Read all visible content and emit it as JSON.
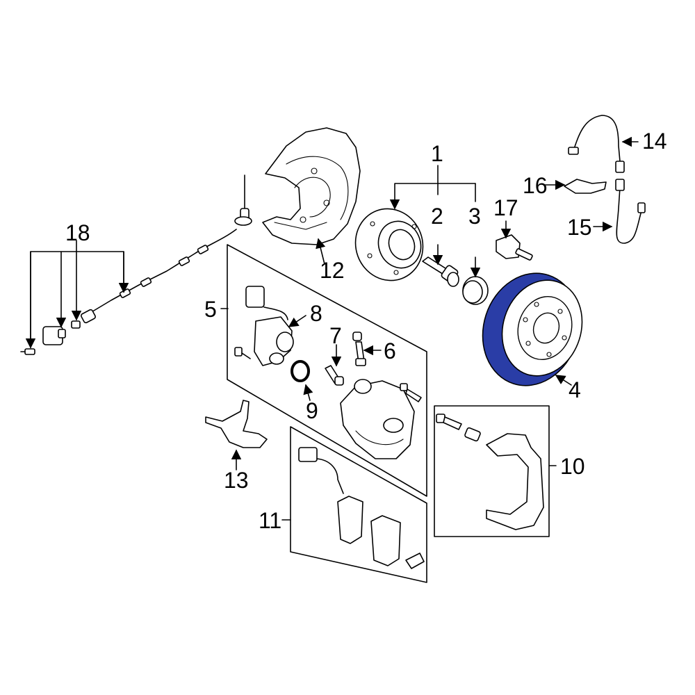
{
  "diagram": {
    "highlight_color": "#2a3da6",
    "callouts": {
      "c1": "1",
      "c2": "2",
      "c3": "3",
      "c4": "4",
      "c5": "5",
      "c6": "6",
      "c7": "7",
      "c8": "8",
      "c9": "9",
      "c10": "10",
      "c11": "11",
      "c12": "12",
      "c13": "13",
      "c14": "14",
      "c15": "15",
      "c16": "16",
      "c17": "17",
      "c18": "18"
    }
  }
}
